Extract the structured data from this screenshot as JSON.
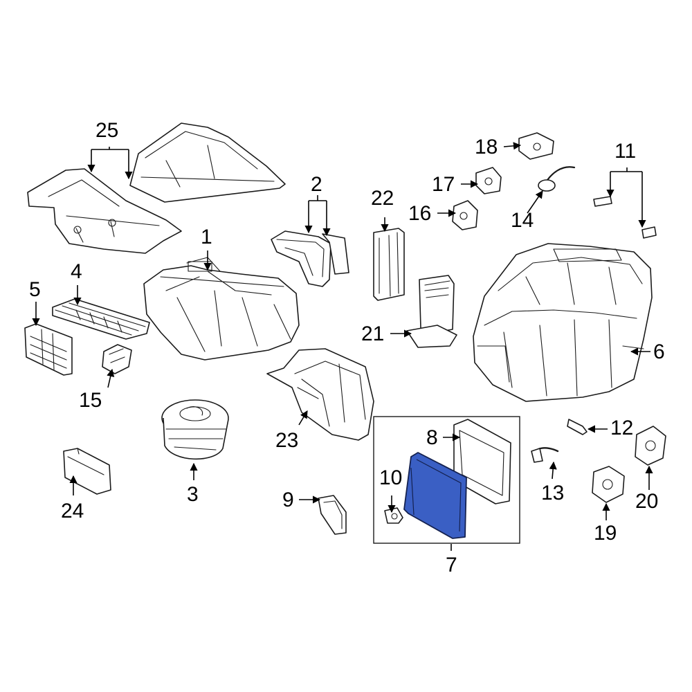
{
  "diagram": {
    "highlight_color": "#3a5fc4",
    "line_color": "#1a1a1a",
    "callouts": {
      "c1": "1",
      "c2": "2",
      "c3": "3",
      "c4": "4",
      "c5": "5",
      "c6": "6",
      "c7": "7",
      "c8": "8",
      "c9": "9",
      "c10": "10",
      "c11": "11",
      "c12": "12",
      "c13": "13",
      "c14": "14",
      "c15": "15",
      "c16": "16",
      "c17": "17",
      "c18": "18",
      "c19": "19",
      "c20": "20",
      "c21": "21",
      "c22": "22",
      "c23": "23",
      "c24": "24",
      "c25": "25"
    }
  }
}
